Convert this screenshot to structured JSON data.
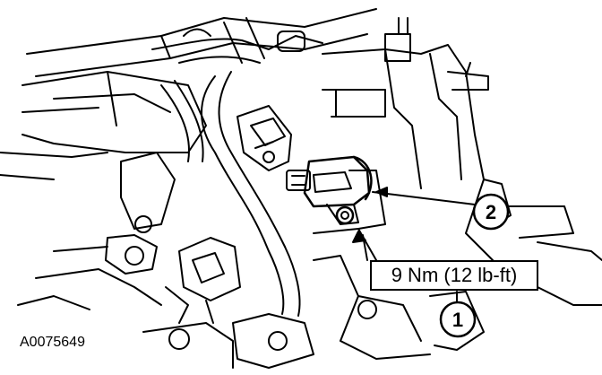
{
  "figure": {
    "id": "A0075649"
  },
  "callouts": [
    {
      "number": "1"
    },
    {
      "number": "2"
    }
  ],
  "torque_spec": "9 Nm (12 lb-ft)"
}
